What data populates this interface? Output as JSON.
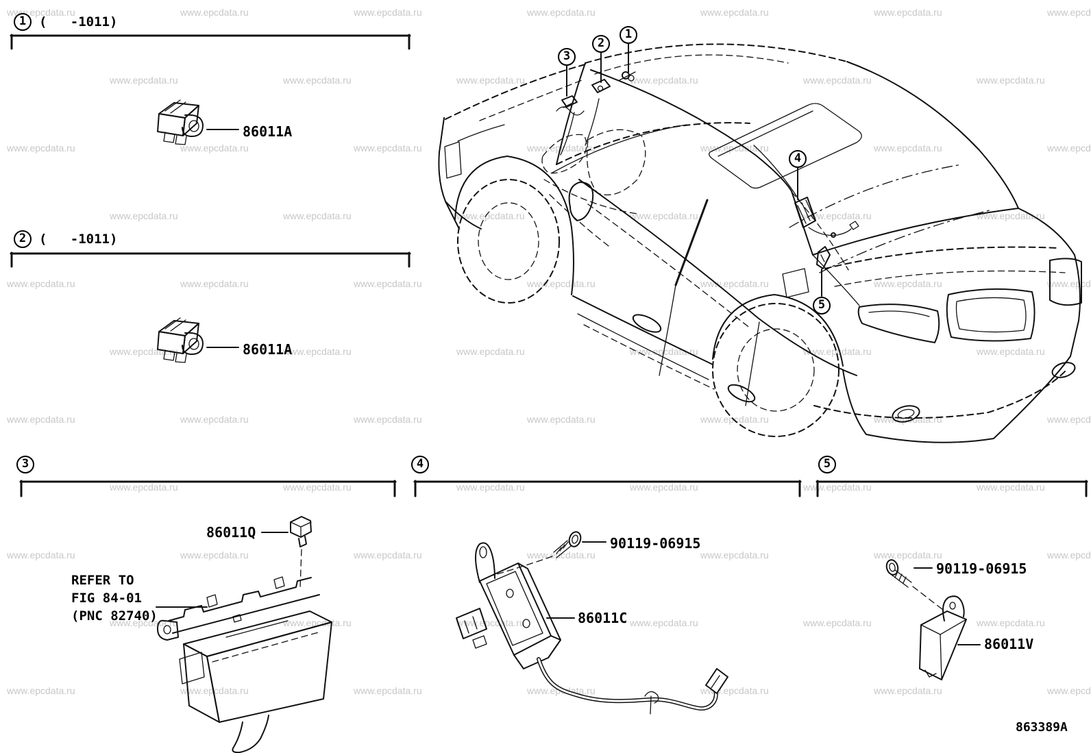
{
  "watermark": {
    "text": "www.epcdata.ru"
  },
  "diagram_code": "863389A",
  "sections": {
    "s1": {
      "number": "1",
      "note": "(   -1011)",
      "part_label": "86011A"
    },
    "s2": {
      "number": "2",
      "note": "(   -1011)",
      "part_label": "86011A"
    },
    "s3": {
      "number": "3",
      "part_label": "86011Q",
      "ref1": "REFER TO",
      "ref2": "FIG 84-01",
      "ref3": "(PNC 82740)"
    },
    "s4": {
      "number": "4",
      "screw_label": "90119-06915",
      "part_label": "86011C"
    },
    "s5": {
      "number": "5",
      "screw_label": "90119-06915",
      "part_label": "86011V"
    }
  },
  "car_callouts": {
    "c1": "1",
    "c2": "2",
    "c3": "3",
    "c4": "4",
    "c5": "5"
  }
}
